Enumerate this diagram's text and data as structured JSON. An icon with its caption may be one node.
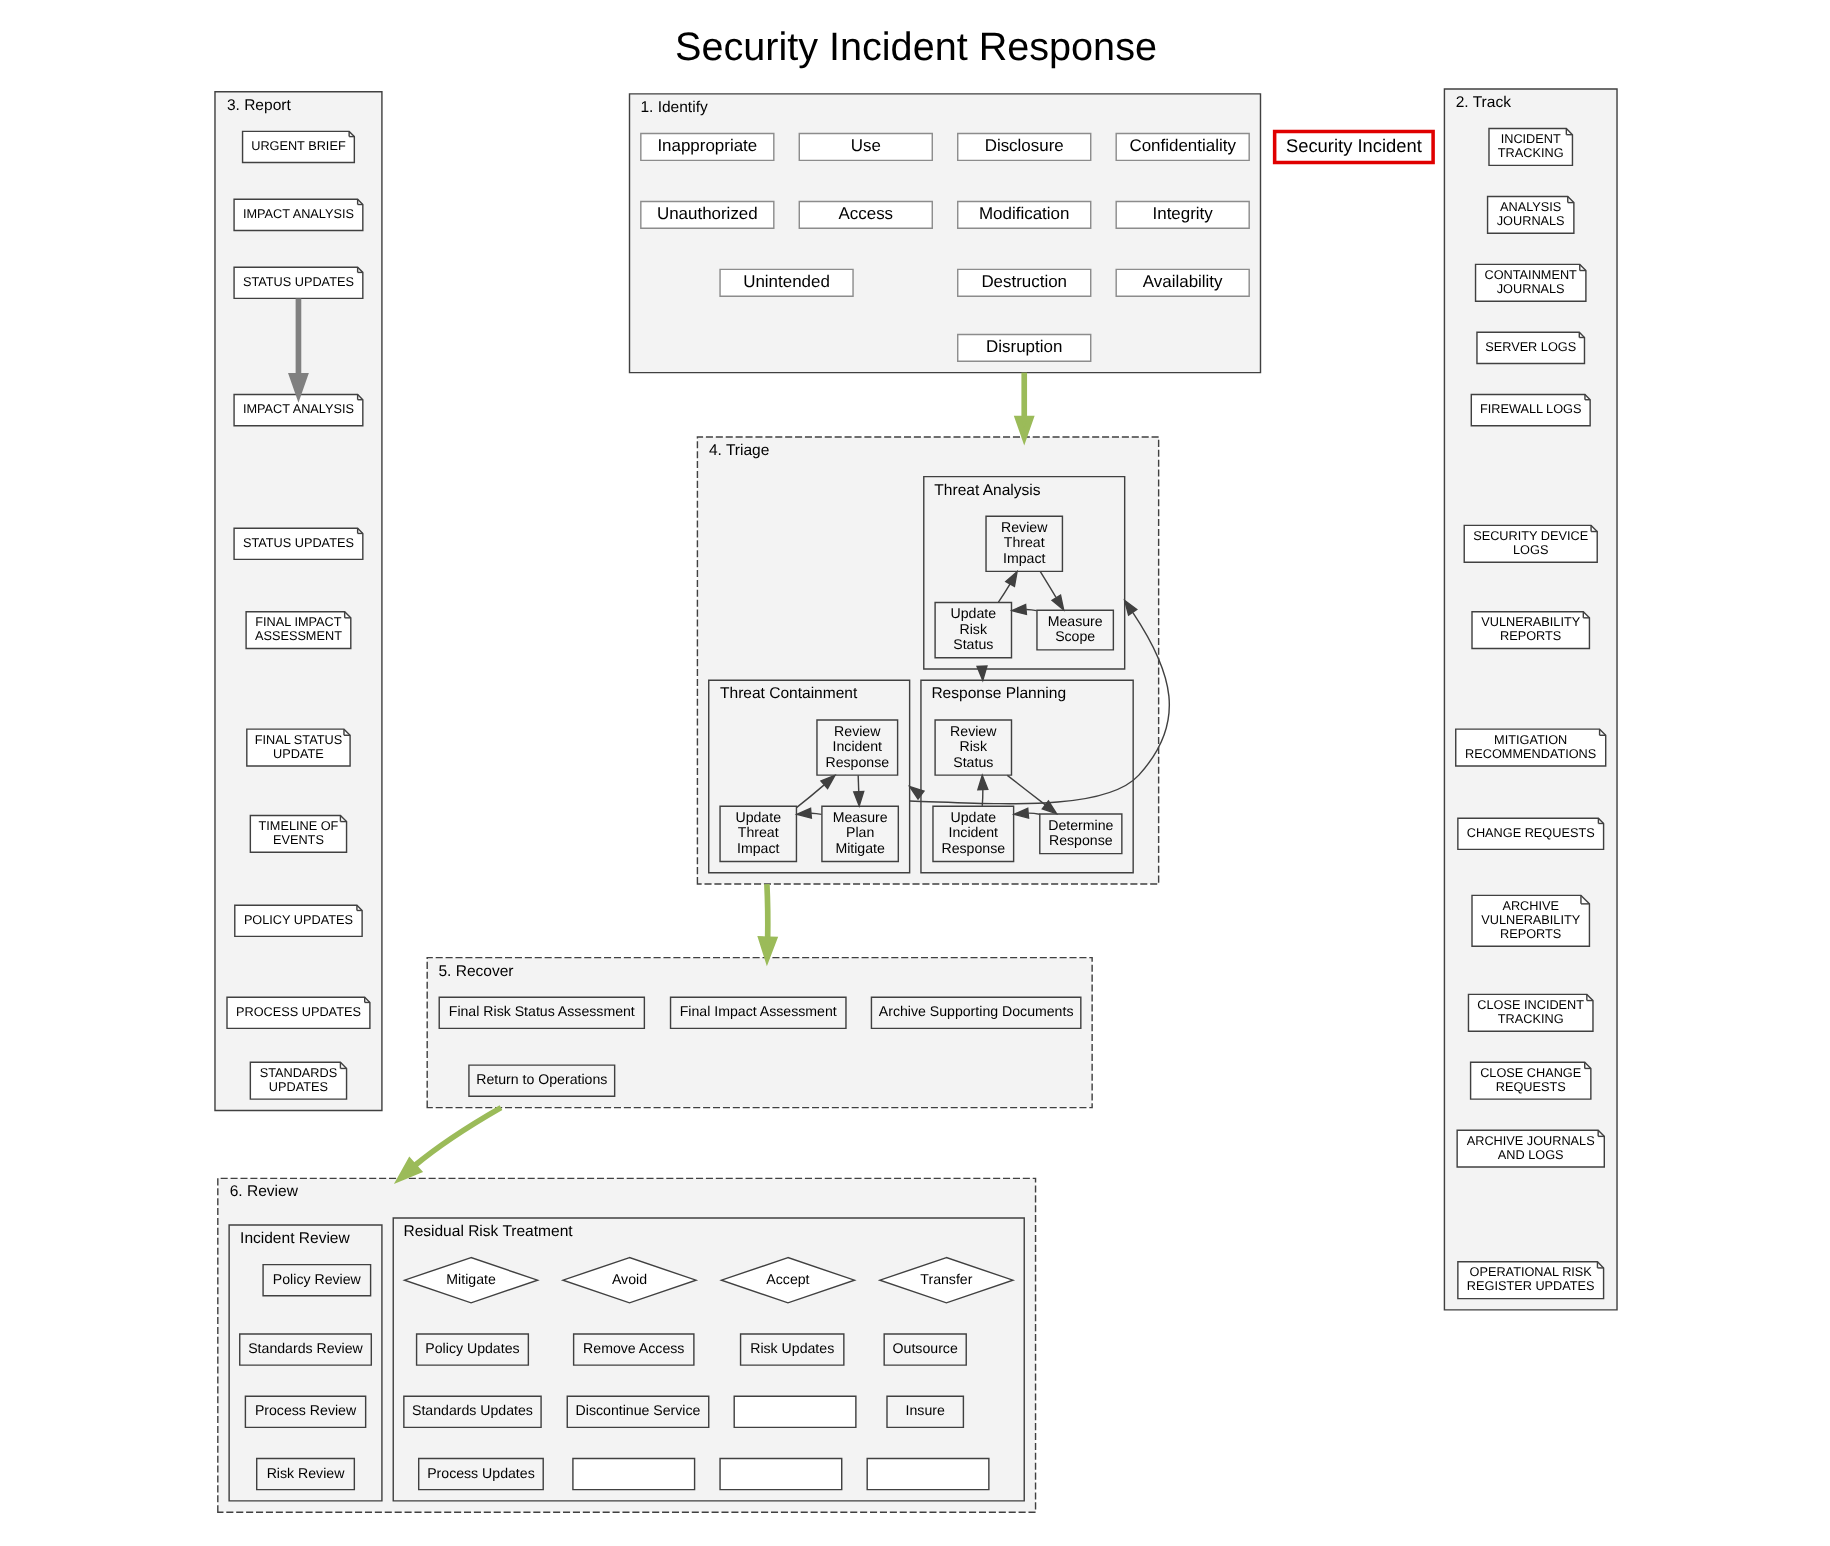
{
  "diagram": {
    "title": "Security Incident Response",
    "nodes": [
      {
        "text": [
          "1. Identify"
        ]
      },
      {
        "text": [
          "Inappropriate"
        ],
        "in": 0
      },
      {
        "text": [
          "Unauthorized"
        ],
        "in": 0
      },
      {
        "text": [
          "Unintended"
        ],
        "in": 0
      },
      {
        "text": [
          "Use"
        ],
        "in": 0
      },
      {
        "text": [
          "Access"
        ],
        "in": 0
      },
      {
        "text": [
          "Disclosure"
        ],
        "in": 0
      },
      {
        "text": [
          "Modification"
        ],
        "in": 0
      },
      {
        "text": [
          "Destruction"
        ],
        "in": 0
      },
      {
        "text": [
          "Disruption"
        ],
        "in": 0
      },
      {
        "text": [
          "Confidentiality"
        ],
        "in": 0
      },
      {
        "text": [
          "Integrity"
        ],
        "in": 0
      },
      {
        "text": [
          "Availability"
        ],
        "in": 0
      },
      {
        "text": [
          "Security Incident"
        ]
      },
      {
        "text": [
          "3. Report"
        ]
      },
      {
        "text": [
          "URGENT BRIEF"
        ],
        "in": 14
      },
      {
        "text": [
          "IMPACT ANALYSIS"
        ],
        "in": 14
      },
      {
        "text": [
          "STATUS UPDATES"
        ],
        "in": 14
      },
      {
        "text": [
          "IMPACT ANALYSIS"
        ],
        "in": 14
      },
      {
        "text": [
          "STATUS UPDATES"
        ],
        "in": 14
      },
      {
        "text": [
          "FINAL IMPACT ASSESSMENT"
        ],
        "in": 14
      },
      {
        "text": [
          "FINAL STATUS UPDATE"
        ],
        "in": 14
      },
      {
        "text": [
          "TIMELINE OF EVENTS"
        ],
        "in": 14
      },
      {
        "text": [
          "POLICY UPDATES"
        ],
        "in": 14
      },
      {
        "text": [
          "PROCESS UPDATES"
        ],
        "in": 14
      },
      {
        "text": [
          "STANDARDS UPDATES"
        ],
        "in": 14
      },
      {
        "text": [
          "2. Track"
        ]
      },
      {
        "text": [
          "INCIDENT TRACKING"
        ],
        "in": 26
      },
      {
        "text": [
          "ANALYSIS JOURNALS"
        ],
        "in": 26
      },
      {
        "text": [
          "CONTAINMENT JOURNALS"
        ],
        "in": 26
      },
      {
        "text": [
          "SERVER LOGS"
        ],
        "in": 26
      },
      {
        "text": [
          "FIREWALL LOGS"
        ],
        "in": 26
      },
      {
        "text": [
          "SECURITY DEVICE LOGS"
        ],
        "in": 26
      },
      {
        "text": [
          "VULNERABILITY REPORTS"
        ],
        "in": 26
      },
      {
        "text": [
          "MITIGATION RECOMMENDATIONS"
        ],
        "in": 26
      },
      {
        "text": [
          "CHANGE REQUESTS"
        ],
        "in": 26
      },
      {
        "text": [
          "ARCHIVE VULNERABILITY REPORTS"
        ],
        "in": 26
      },
      {
        "text": [
          "CLOSE INCIDENT TRACKING"
        ],
        "in": 26
      },
      {
        "text": [
          "CLOSE CHANGE REQUESTS"
        ],
        "in": 26
      },
      {
        "text": [
          "ARCHIVE JOURNALS AND LOGS"
        ],
        "in": 26
      },
      {
        "text": [
          "OPERATIONAL RISK REGISTER UPDATES"
        ],
        "in": 26
      },
      {
        "text": [
          "4. Triage"
        ]
      },
      {
        "text": [
          "Threat Analysis"
        ],
        "in": 41
      },
      {
        "text": [
          "Review Threat Impact"
        ],
        "in": 42
      },
      {
        "text": [
          "Update Risk Status"
        ],
        "in": 42
      },
      {
        "text": [
          "Measure Scope"
        ],
        "in": 42
      },
      {
        "text": [
          "Threat Containment"
        ],
        "in": 41
      },
      {
        "text": [
          "Review Incident Response"
        ],
        "in": 46
      },
      {
        "text": [
          "Update Threat Impact"
        ],
        "in": 46
      },
      {
        "text": [
          "Measure Plan Mitigate"
        ],
        "in": 46
      },
      {
        "text": [
          "Response Planning"
        ],
        "in": 41
      },
      {
        "text": [
          "Review Risk Status"
        ],
        "in": 50
      },
      {
        "text": [
          "Update Incident Response"
        ],
        "in": 50
      },
      {
        "text": [
          "Determine Response"
        ],
        "in": 50
      },
      {
        "text": [
          "5. Recover"
        ]
      },
      {
        "text": [
          "Final Impact Assessment"
        ],
        "in": 54
      },
      {
        "text": [
          "Final Risk Status Assessment"
        ],
        "in": 54
      },
      {
        "text": [
          "Archive Supporting Documents"
        ],
        "in": 54
      },
      {
        "text": [
          "Return to Operations"
        ],
        "in": 54
      },
      {
        "text": [
          "6. Review"
        ]
      },
      {
        "text": [
          "Incident Review"
        ],
        "in": 59
      },
      {
        "text": [
          "Policy Review"
        ],
        "in": 60
      },
      {
        "text": [
          "Standards Review"
        ],
        "in": 60
      },
      {
        "text": [
          "Process Review"
        ],
        "in": 60
      },
      {
        "text": [
          "Risk Review"
        ],
        "in": 60
      },
      {
        "text": [
          "Residual Risk Treatment"
        ],
        "in": 59
      },
      {
        "text": [
          "Mitigate"
        ],
        "in": 65
      },
      {
        "text": [
          "Avoid"
        ],
        "in": 65
      },
      {
        "text": [
          "Accept"
        ],
        "in": 65
      },
      {
        "text": [
          "Transfer"
        ],
        "in": 65
      },
      {
        "text": [
          "Policy Updates"
        ],
        "in": 65
      },
      {
        "text": [
          "Remove Access"
        ],
        "in": 65
      },
      {
        "text": [
          "Risk Updates"
        ],
        "in": 65
      },
      {
        "text": [
          "Outsource"
        ],
        "in": 65
      },
      {
        "text": [
          "Standards Updates"
        ],
        "in": 65
      },
      {
        "text": [
          "Discontinue Service"
        ],
        "in": 65
      },
      {
        "text": [],
        "shape": "box",
        "in": 65
      },
      {
        "text": [
          "Insure"
        ],
        "in": 65
      },
      {
        "text": [
          "Process Updates"
        ],
        "in": 65
      },
      {
        "text": [],
        "shape": "box",
        "in": 65
      },
      {
        "text": [],
        "shape": "box",
        "in": 65
      },
      {
        "text": [],
        "shape": "box",
        "in": 65
      }
    ],
    "edges": [
      {
        "from": 0,
        "to": 41,
        "arrow": "to",
        "style": "thick",
        "color": "#9bbb59"
      },
      {
        "from": 17,
        "to": 18,
        "arrow": "to",
        "style": "thick",
        "color": "#808080"
      },
      {
        "from": 43,
        "to": 45,
        "arrow": "to"
      },
      {
        "from": 45,
        "to": 44,
        "arrow": "to"
      },
      {
        "from": 44,
        "to": 43,
        "arrow": "to"
      },
      {
        "from": 42,
        "to": 50,
        "arrow": "to"
      },
      {
        "from": 50,
        "to": 46,
        "arrow": "to"
      },
      {
        "from": 46,
        "to": 42,
        "arrow": "to"
      },
      {
        "from": 47,
        "to": 49,
        "arrow": "to"
      },
      {
        "from": 49,
        "to": 48,
        "arrow": "to"
      },
      {
        "from": 48,
        "to": 47,
        "arrow": "to"
      },
      {
        "from": 51,
        "to": 53,
        "arrow": "to"
      },
      {
        "from": 53,
        "to": 52,
        "arrow": "to"
      },
      {
        "from": 52,
        "to": 51,
        "arrow": "to"
      },
      {
        "from": 41,
        "to": 54,
        "arrow": "to",
        "style": "thick",
        "color": "#9bbb59"
      },
      {
        "from": 54,
        "to": 59,
        "arrow": "to",
        "style": "thick",
        "color": "#9bbb59"
      }
    ]
  }
}
